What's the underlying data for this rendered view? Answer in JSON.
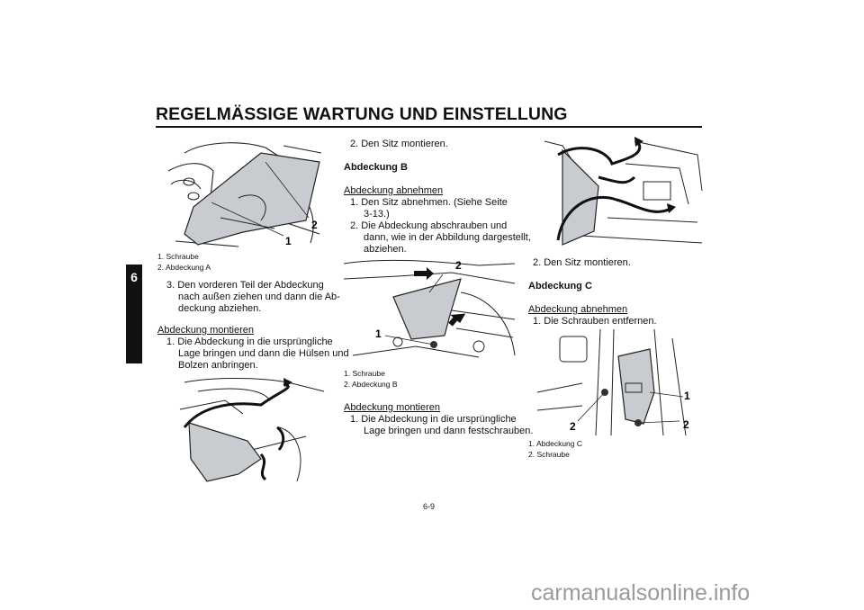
{
  "header": {
    "title": "REGELMÄSSIGE WARTUNG UND EINSTELLUNG",
    "chapter_tab": "6"
  },
  "col1": {
    "fig1": {
      "callouts": [
        "1",
        "2"
      ],
      "captions": [
        "1.  Schraube",
        "2.  Abdeckung A"
      ]
    },
    "step3": [
      "3.  Den vorderen Teil der Abdeckung",
      "nach außen ziehen und dann die Ab-",
      "deckung abziehen."
    ],
    "mount_heading": "Abdeckung montieren",
    "mount_step1": [
      "1.  Die Abdeckung in die ursprüngliche",
      "Lage bringen und dann die Hülsen und",
      "Bolzen anbringen."
    ]
  },
  "col2": {
    "step2": "2.  Den Sitz montieren.",
    "heading": "Abdeckung B",
    "remove_heading": "Abdeckung abnehmen",
    "remove_step1": [
      "1.  Den Sitz abnehmen. (Siehe Seite",
      "3-13.)"
    ],
    "remove_step2": [
      "2.  Die Abdeckung abschrauben und",
      "dann, wie in der Abbildung dargestellt,",
      "abziehen."
    ],
    "fig": {
      "callouts": [
        "1",
        "2"
      ],
      "captions": [
        "1.  Schraube",
        "2.  Abdeckung B"
      ]
    },
    "mount_heading": "Abdeckung montieren",
    "mount_step1": [
      "1.  Die Abdeckung in die ursprüngliche",
      "Lage bringen und dann festschrauben."
    ]
  },
  "col3": {
    "step2": "2.  Den Sitz montieren.",
    "heading": "Abdeckung C",
    "remove_heading": "Abdeckung abnehmen",
    "remove_step1": "1.  Die Schrauben entfernen.",
    "fig": {
      "callouts": [
        "1",
        "2",
        "2"
      ],
      "captions": [
        "1.  Abdeckung C",
        "2.  Schraube"
      ]
    }
  },
  "footer": {
    "page_number": "6-9",
    "watermark": "carmanualsonline.info"
  }
}
